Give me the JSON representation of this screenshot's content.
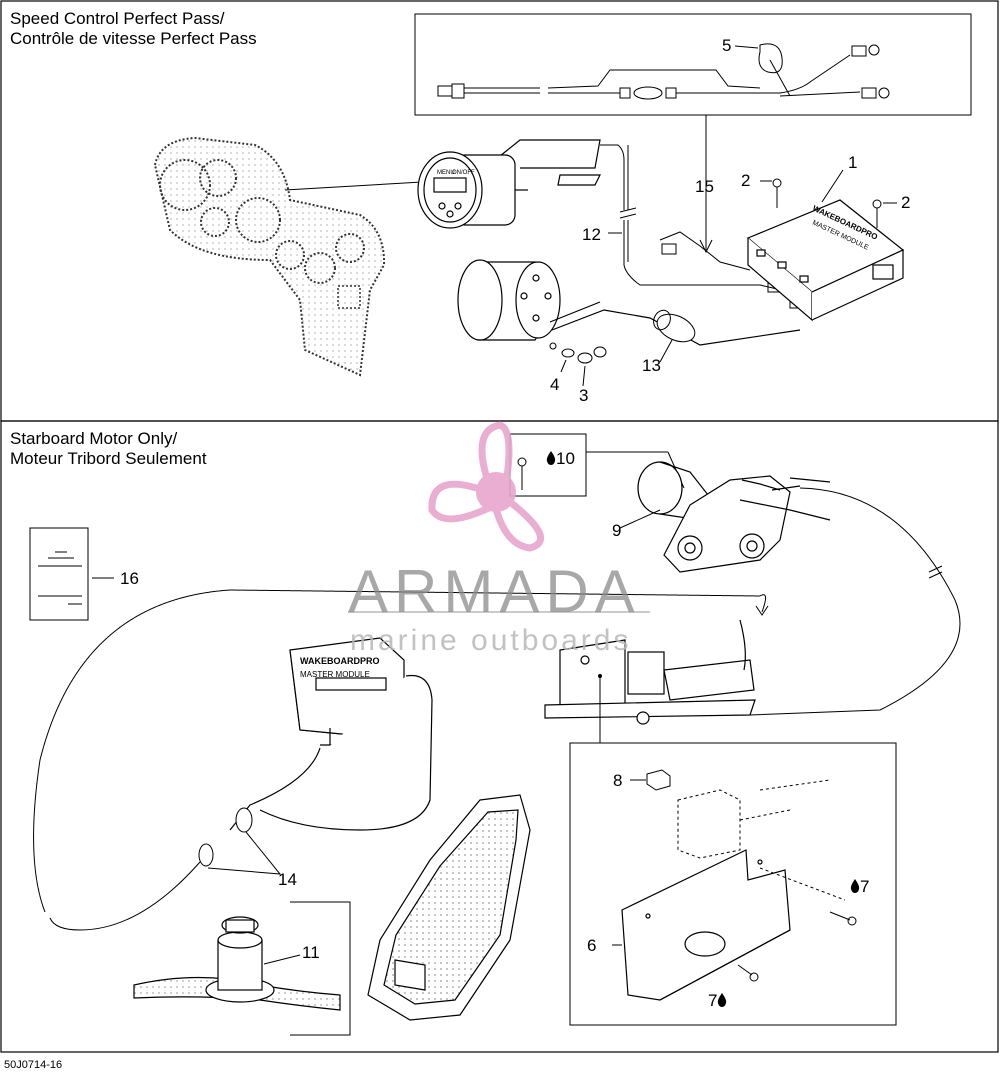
{
  "sections": {
    "top": {
      "title_line1": "Speed Control Perfect Pass/",
      "title_line2": "Contrôle de vitesse Perfect Pass"
    },
    "bottom": {
      "title_line1": "Starboard Motor Only/",
      "title_line2": "Moteur Tribord Seulement"
    }
  },
  "module_labels": {
    "brand": "WAKEBOARDPRO",
    "name": "MASTER MODULE"
  },
  "gauge_labels": {
    "menu": "MENU",
    "onoff": "ON/OFF"
  },
  "callouts": {
    "c1": "1",
    "c2a": "2",
    "c2b": "2",
    "c3": "3",
    "c4": "4",
    "c5": "5",
    "c6": "6",
    "c7a": "7",
    "c7b": "7",
    "c8": "8",
    "c9": "9",
    "c10": "10",
    "c11": "11",
    "c12": "12",
    "c13": "13",
    "c14": "14",
    "c15": "15",
    "c16": "16"
  },
  "watermark": {
    "name": "ARMADA",
    "tagline": "marine outboards",
    "accent_color": "#e8a6cf"
  },
  "footer": {
    "code": "50J0714-16"
  }
}
